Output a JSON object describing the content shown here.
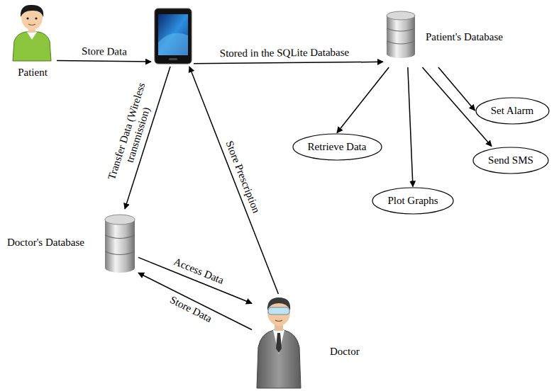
{
  "diagram": {
    "nodes": [
      {
        "text": [
          "Patient"
        ]
      },
      {
        "text": []
      },
      {
        "text": [
          "Patient's Database"
        ]
      },
      {
        "text": [
          "Set Alarm"
        ]
      },
      {
        "text": [
          "Retrieve Data"
        ]
      },
      {
        "text": [
          "Send SMS"
        ]
      },
      {
        "text": [
          "Plot Graphs"
        ]
      },
      {
        "text": [
          "Doctor's Database"
        ]
      },
      {
        "text": [
          "Doctor"
        ]
      }
    ],
    "edges": [
      {
        "from": 0,
        "to": 1,
        "label": "Store Data",
        "arrow": "to"
      },
      {
        "from": 1,
        "to": 2,
        "label": "Stored in the SQLite Database",
        "arrow": "to"
      },
      {
        "from": 2,
        "to": 3,
        "arrow": "to"
      },
      {
        "from": 2,
        "to": 4,
        "arrow": "to"
      },
      {
        "from": 2,
        "to": 5,
        "arrow": "to"
      },
      {
        "from": 2,
        "to": 6,
        "arrow": "to"
      },
      {
        "from": 1,
        "to": 7,
        "label": "Transfer Data (Wireless transmission)",
        "arrow": "to"
      },
      {
        "from": 8,
        "to": 1,
        "label": "Store Prescription",
        "arrow": "to"
      },
      {
        "from": 7,
        "to": 8,
        "label": "Access Data",
        "arrow": "to"
      },
      {
        "from": 8,
        "to": 7,
        "label": "Store Data",
        "arrow": "to"
      }
    ]
  }
}
